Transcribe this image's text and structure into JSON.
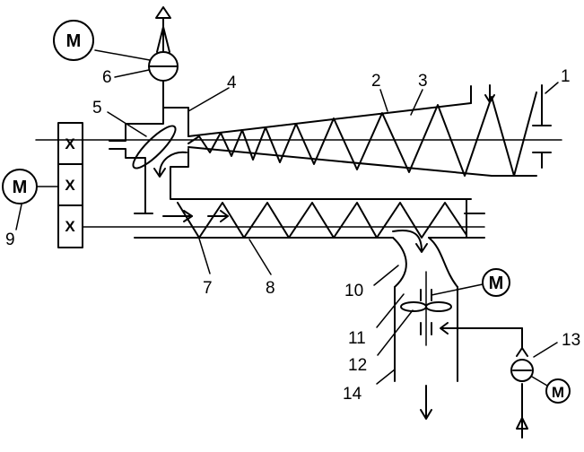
{
  "labels": {
    "l1": "1",
    "l2": "2",
    "l3": "3",
    "l4": "4",
    "l5": "5",
    "l6": "6",
    "l7": "7",
    "l8": "8",
    "l9": "9",
    "l10": "10",
    "l11": "11",
    "l12": "12",
    "l13": "13",
    "l14": "14"
  },
  "motor_letter": "M",
  "gearbox_letter": "X",
  "colors": {
    "stroke": "#000000",
    "background": "#ffffff"
  }
}
